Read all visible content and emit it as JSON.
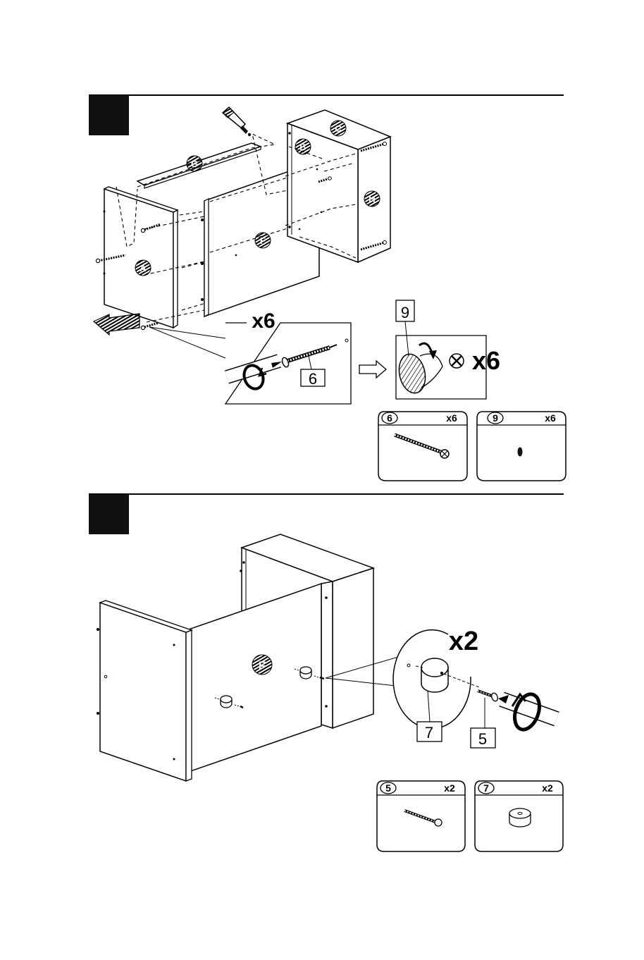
{
  "step1": {
    "parts": {
      "a": "A",
      "b": "B",
      "c": "C",
      "f": "F",
      "g": "G",
      "h": "H"
    },
    "screw_callout": {
      "qty": "x6",
      "part_no": "6"
    },
    "cap_callout": {
      "part_no": "9",
      "qty": "x6"
    },
    "kit": [
      {
        "part_no": "6",
        "qty": "x6",
        "item": "screw"
      },
      {
        "part_no": "9",
        "qty": "x6",
        "item": "cover cap"
      }
    ]
  },
  "step2": {
    "parts": {
      "f": "F"
    },
    "detail": {
      "qty": "x2",
      "part_a": "7",
      "part_b": "5"
    },
    "kit": [
      {
        "part_no": "5",
        "qty": "x2",
        "item": "screw"
      },
      {
        "part_no": "7",
        "qty": "x2",
        "item": "cylinder"
      }
    ]
  }
}
